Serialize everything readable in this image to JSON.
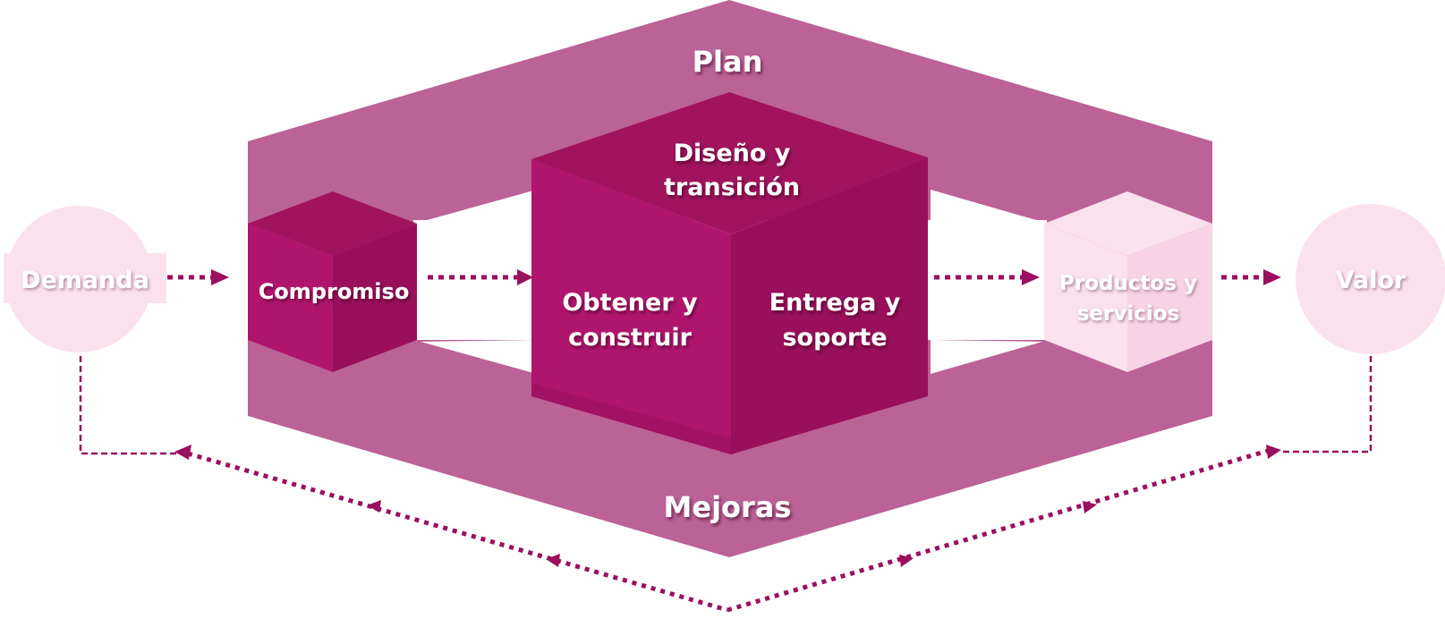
{
  "diagram": {
    "labels": {
      "plan": "Plan",
      "mejoras": "Mejoras",
      "diseno_line1": "Diseño y",
      "diseno_line2": "transición",
      "obtener_line1": "Obtener y",
      "obtener_line2": "construir",
      "entrega_line1": "Entrega y",
      "entrega_line2": "soporte",
      "compromiso": "Compromiso",
      "productos_line1": "Productos y",
      "productos_line2": "servicios",
      "demanda": "Demanda",
      "valor": "Valor"
    },
    "colors": {
      "hexagon": "#bb6296",
      "cube_front": "#b0156e",
      "cube_side": "#990f5c",
      "cube_top": "#a1135f",
      "light_pink": "#fbe1ee",
      "light_pink_side": "#f7d3e5",
      "arrow": "#9b0f5f",
      "text": "#ffffff"
    }
  }
}
